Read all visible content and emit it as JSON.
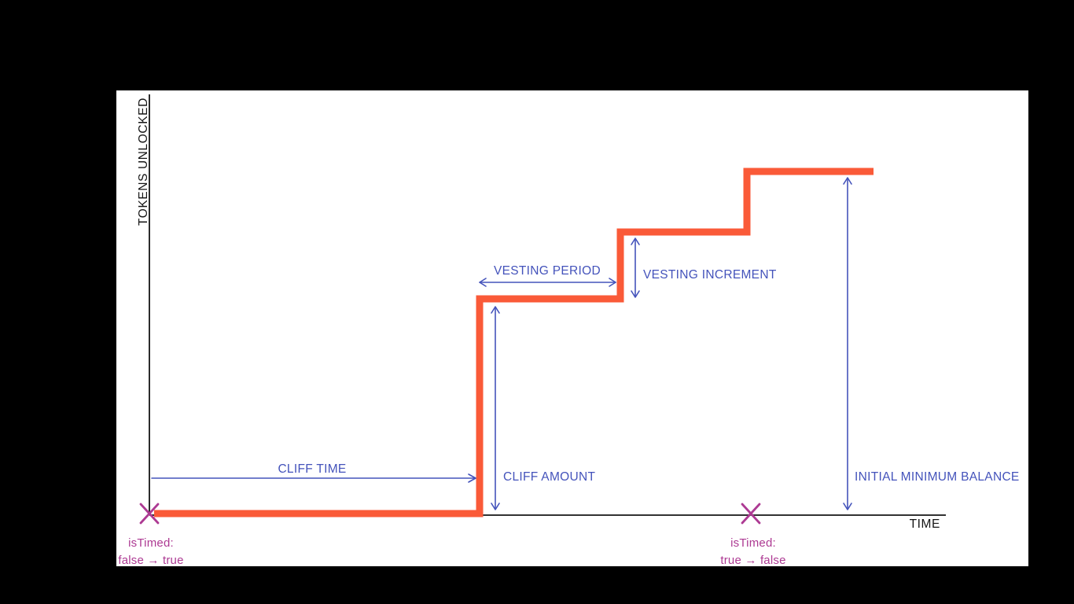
{
  "diagram": {
    "y_axis_label": "TOKENS UNLOCKED",
    "x_axis_label": "TIME",
    "annotations": {
      "cliff_time": "CLIFF TIME",
      "cliff_amount": "CLIFF AMOUNT",
      "vesting_period": "VESTING PERIOD",
      "vesting_increment": "VESTING INCREMENT",
      "initial_minimum_balance": "INITIAL MINIMUM BALANCE"
    },
    "events": [
      {
        "name": "isTimed:",
        "transition": "false → true"
      },
      {
        "name": "isTimed:",
        "transition": "true → false"
      }
    ],
    "colors": {
      "step_line": "#fa5a38",
      "annotation": "#4453bb",
      "event": "#ad3a93",
      "axis": "#151515",
      "panel": "#ffffff",
      "page": "#000000"
    }
  }
}
